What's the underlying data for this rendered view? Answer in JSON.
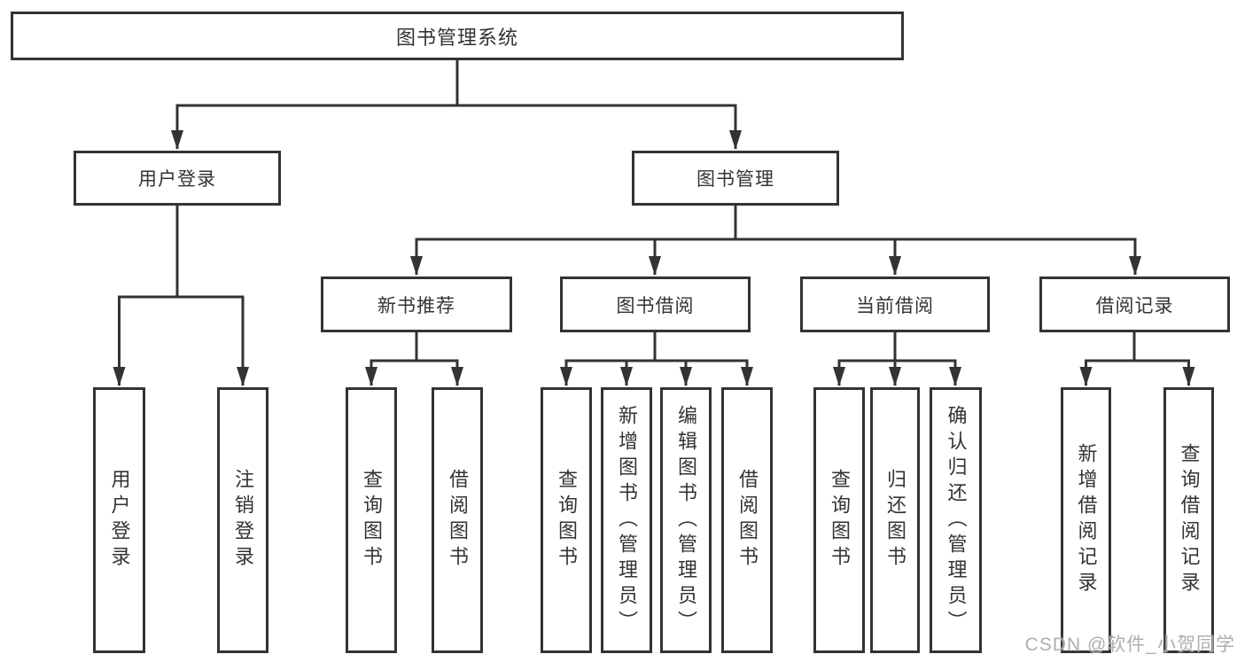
{
  "colors": {
    "line": "#333333",
    "box_border": "#333333",
    "text": "#333333",
    "background": "#ffffff",
    "watermark": "#a8a8a8"
  },
  "watermark": {
    "text": "CSDN @软件_小贺同学"
  },
  "tree": {
    "root": {
      "label": "图书管理系统"
    },
    "branches": [
      {
        "label": "用户登录",
        "children": [
          {
            "label": "用户登录"
          },
          {
            "label": "注销登录"
          }
        ]
      },
      {
        "label": "图书管理",
        "children": [
          {
            "label": "新书推荐",
            "children": [
              {
                "label": "查询图书"
              },
              {
                "label": "借阅图书"
              }
            ]
          },
          {
            "label": "图书借阅",
            "children": [
              {
                "label": "查询图书"
              },
              {
                "label": "新增图书（管理员）"
              },
              {
                "label": "编辑图书（管理员）"
              },
              {
                "label": "借阅图书"
              }
            ]
          },
          {
            "label": "当前借阅",
            "children": [
              {
                "label": "查询图书"
              },
              {
                "label": "归还图书"
              },
              {
                "label": "确认归还（管理员）"
              }
            ]
          },
          {
            "label": "借阅记录",
            "children": [
              {
                "label": "新增借阅记录"
              },
              {
                "label": "查询借阅记录"
              }
            ]
          }
        ]
      }
    ]
  }
}
